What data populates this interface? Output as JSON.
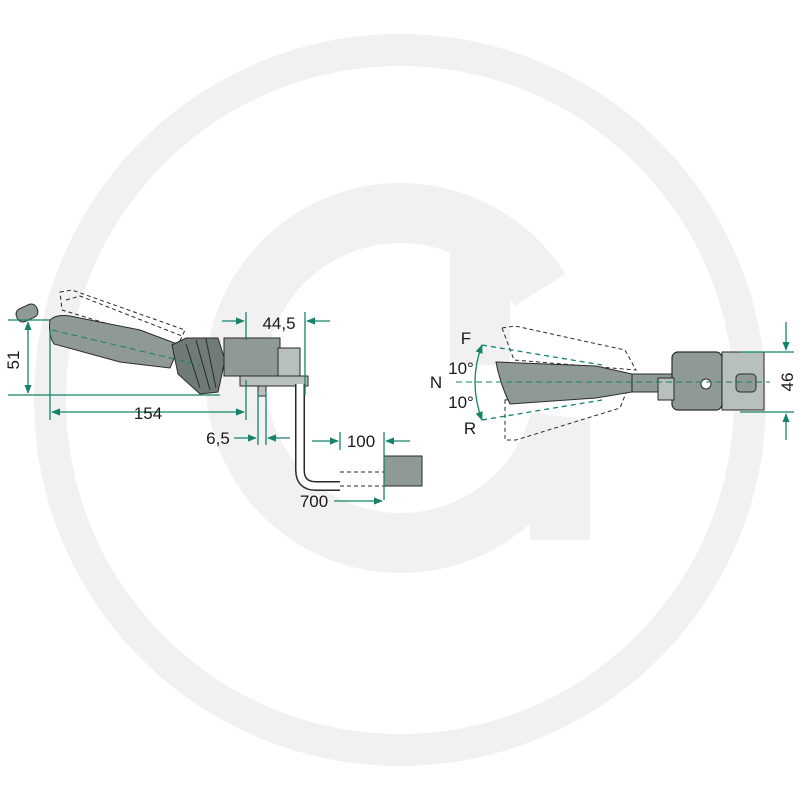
{
  "colors": {
    "dimension_line": "#15826a",
    "part_fill": "#8e9a93",
    "part_fill_light": "#b7c0bb",
    "outline": "#2a2a2a",
    "watermark": "#f1f1f1",
    "text": "#1a1a1a"
  },
  "left_view": {
    "dimensions": {
      "height": "51",
      "length": "154",
      "offset": "44,5",
      "thickness": "6,5"
    }
  },
  "cable": {
    "dimensions": {
      "length": "700",
      "end": "100"
    }
  },
  "right_view": {
    "positions": {
      "forward": "F",
      "neutral": "N",
      "reverse": "R"
    },
    "angles": {
      "forward": "10°",
      "reverse": "10°"
    },
    "dimensions": {
      "height": "46"
    }
  }
}
